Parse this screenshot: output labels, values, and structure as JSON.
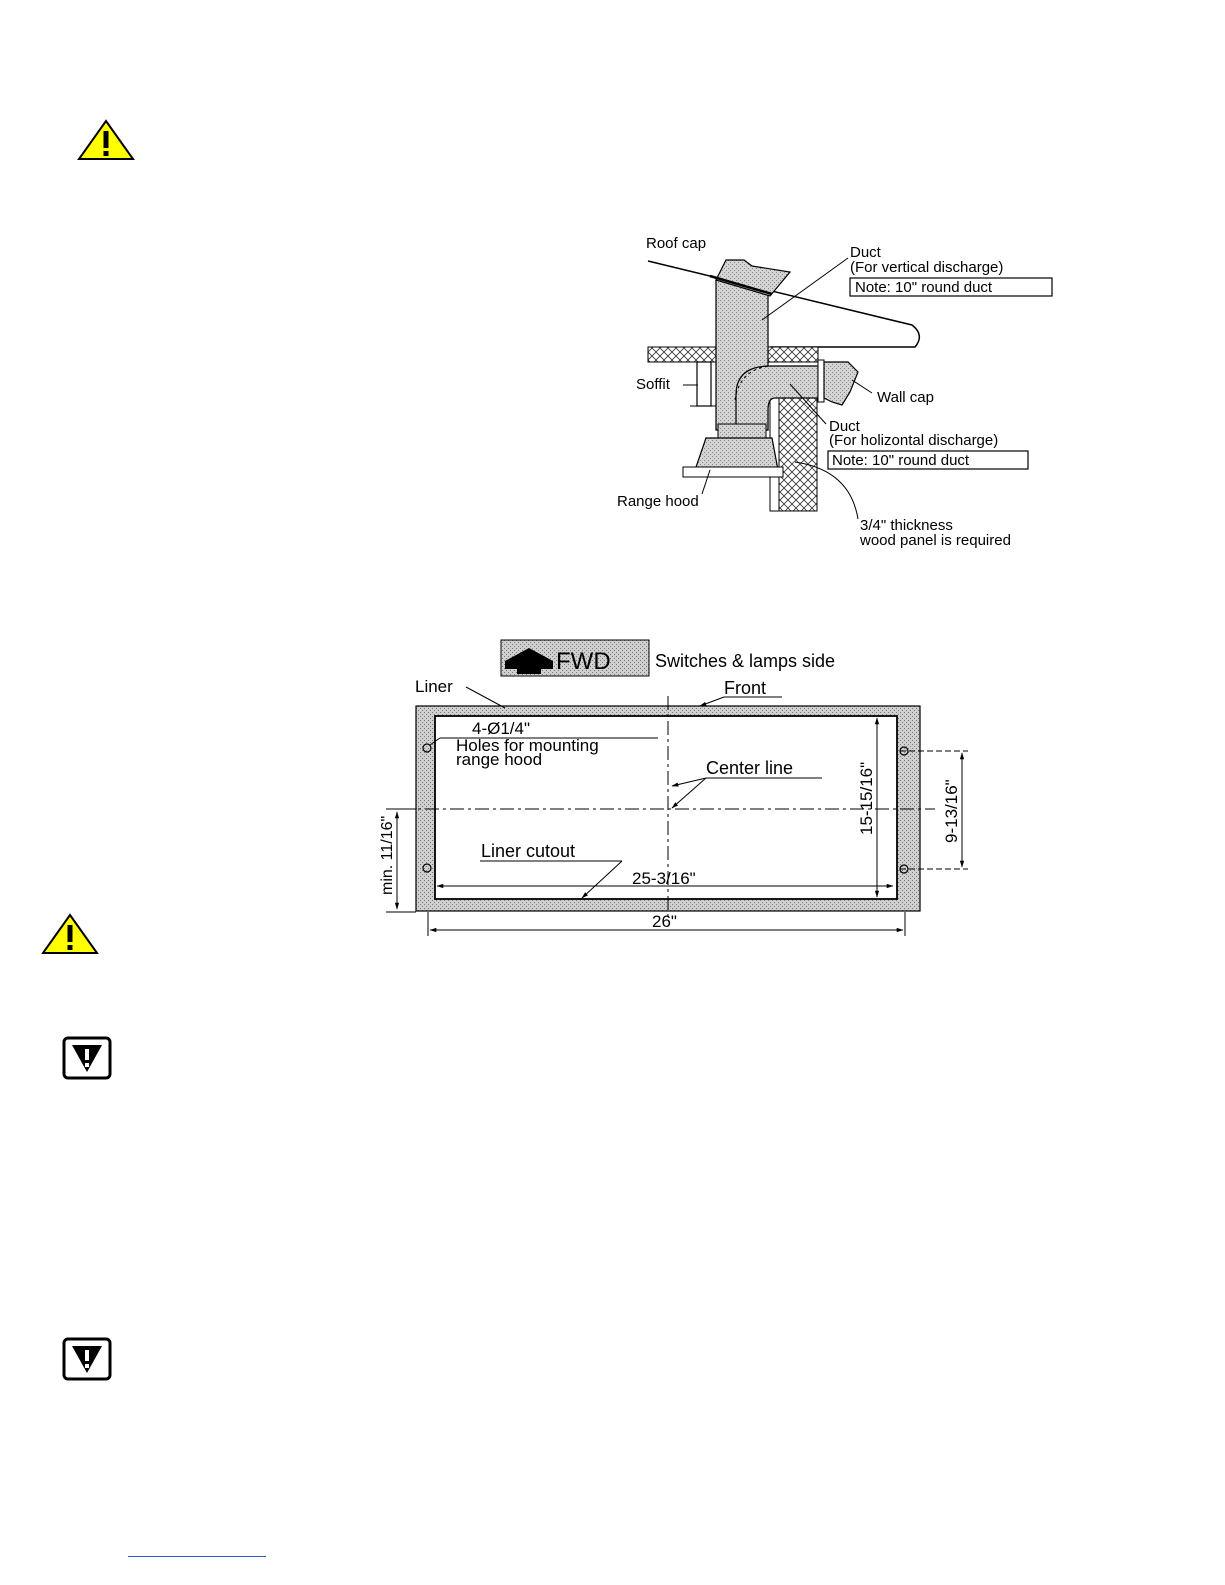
{
  "icons": {
    "caution_top": "warning-triangle-icon",
    "caution_mid": "warning-triangle-icon",
    "mandatory_1": "mandatory-exclamation-icon",
    "mandatory_2": "mandatory-exclamation-icon",
    "warning_color": "#ffff00"
  },
  "duct_diagram": {
    "roof_cap": "Roof cap",
    "duct_vertical": "Duct",
    "duct_vertical_sub": "(For vertical discharge)",
    "note_vertical": "Note: 10\" round duct",
    "soffit": "Soffit",
    "wall_cap": "Wall cap",
    "duct_horizontal": "Duct",
    "duct_horizontal_sub": "(For holizontal discharge)",
    "note_horizontal": "Note: 10\" round duct",
    "range_hood": "Range hood",
    "panel_line1": "3/4\" thickness",
    "panel_line2": "wood panel is required"
  },
  "cutout_diagram": {
    "fwd_label": "FWD",
    "switches_side": "Switches & lamps side",
    "liner": "Liner",
    "front": "Front",
    "holes_dim": "4-Ø1/4\"",
    "holes_line1": "Holes for mounting",
    "holes_line2": "range hood",
    "center_line": "Center line",
    "liner_cutout": "Liner cutout",
    "width_inner": "25-3/16\"",
    "width_outer": "26\"",
    "height_inner": "15-15/16\"",
    "hole_spacing": "9-13/16\"",
    "min_offset": "min. 11/16\""
  }
}
